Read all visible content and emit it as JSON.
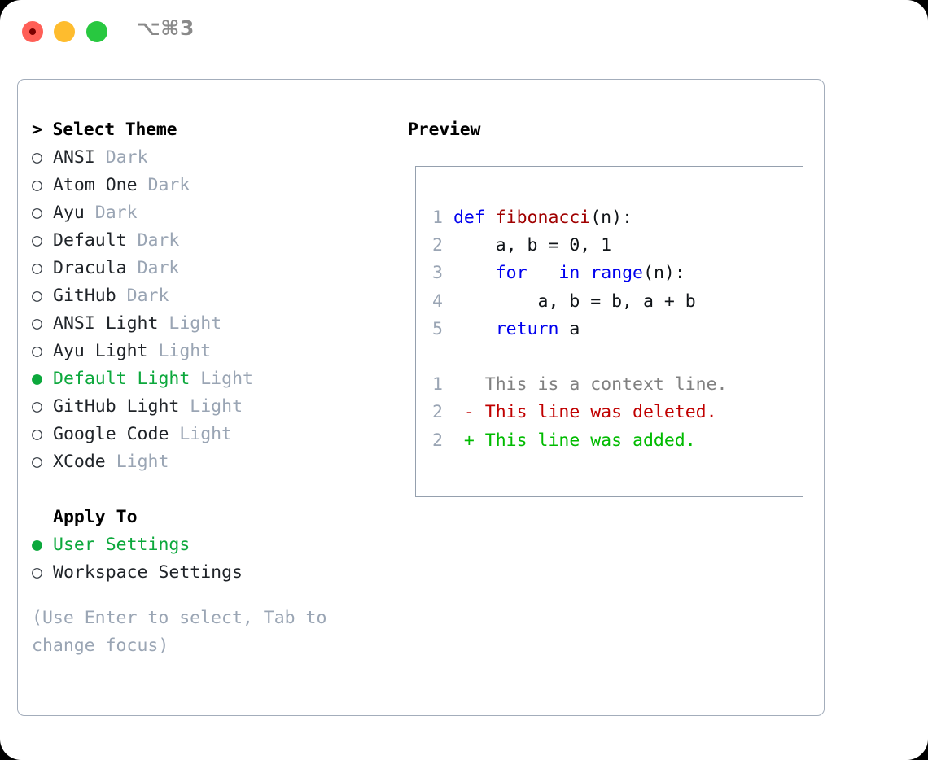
{
  "titlebar": {
    "shortcut_label": "⌥⌘3",
    "traffic_lights": [
      {
        "name": "close",
        "color": "#ff5f57"
      },
      {
        "name": "minimize",
        "color": "#febc2e"
      },
      {
        "name": "maximize",
        "color": "#28c840"
      }
    ]
  },
  "accent": {
    "selected_green": "#0ca83c",
    "muted": "#9aa5b4",
    "border": "#a3adbb"
  },
  "theme_selector": {
    "section_title": "> Select Theme",
    "bullet_unselected": "○",
    "bullet_selected": "●",
    "items": [
      {
        "name": "ANSI",
        "variant": "Dark",
        "selected": false
      },
      {
        "name": "Atom One",
        "variant": "Dark",
        "selected": false
      },
      {
        "name": "Ayu",
        "variant": "Dark",
        "selected": false
      },
      {
        "name": "Default",
        "variant": "Dark",
        "selected": false
      },
      {
        "name": "Dracula",
        "variant": "Dark",
        "selected": false
      },
      {
        "name": "GitHub",
        "variant": "Dark",
        "selected": false
      },
      {
        "name": "ANSI Light",
        "variant": "Light",
        "selected": false
      },
      {
        "name": "Ayu Light",
        "variant": "Light",
        "selected": false
      },
      {
        "name": "Default Light",
        "variant": "Light",
        "selected": true
      },
      {
        "name": "GitHub Light",
        "variant": "Light",
        "selected": false
      },
      {
        "name": "Google Code",
        "variant": "Light",
        "selected": false
      },
      {
        "name": "XCode",
        "variant": "Light",
        "selected": false
      }
    ]
  },
  "apply_to": {
    "header": "Apply To",
    "options": [
      {
        "label": "User Settings",
        "selected": true
      },
      {
        "label": "Workspace Settings",
        "selected": false
      }
    ]
  },
  "hint": {
    "line1": "(Use Enter to select, Tab to",
    "line2": "change focus)"
  },
  "preview": {
    "title": "Preview",
    "code_lines": [
      {
        "num": "1",
        "tokens": [
          {
            "t": "def ",
            "c": "kw"
          },
          {
            "t": "fibonacci",
            "c": "fn"
          },
          {
            "t": "(n):",
            "c": "plain"
          }
        ]
      },
      {
        "num": "2",
        "tokens": [
          {
            "t": "    a, b = 0, 1",
            "c": "plain"
          }
        ]
      },
      {
        "num": "3",
        "tokens": [
          {
            "t": "    ",
            "c": "plain"
          },
          {
            "t": "for",
            "c": "kw"
          },
          {
            "t": " _ ",
            "c": "plain"
          },
          {
            "t": "in",
            "c": "kw"
          },
          {
            "t": " ",
            "c": "plain"
          },
          {
            "t": "range",
            "c": "kw"
          },
          {
            "t": "(n):",
            "c": "plain"
          }
        ]
      },
      {
        "num": "4",
        "tokens": [
          {
            "t": "        a, b = b, a + b",
            "c": "plain"
          }
        ]
      },
      {
        "num": "5",
        "tokens": [
          {
            "t": "    ",
            "c": "plain"
          },
          {
            "t": "return",
            "c": "kw"
          },
          {
            "t": " a",
            "c": "plain"
          }
        ]
      }
    ],
    "diff_lines": [
      {
        "num": "1",
        "marker": "  ",
        "text": "This is a context line.",
        "kind": "ctx"
      },
      {
        "num": "2",
        "marker": "- ",
        "text": "This line was deleted.",
        "kind": "del"
      },
      {
        "num": "2",
        "marker": "+ ",
        "text": "This line was added.",
        "kind": "add"
      }
    ]
  }
}
